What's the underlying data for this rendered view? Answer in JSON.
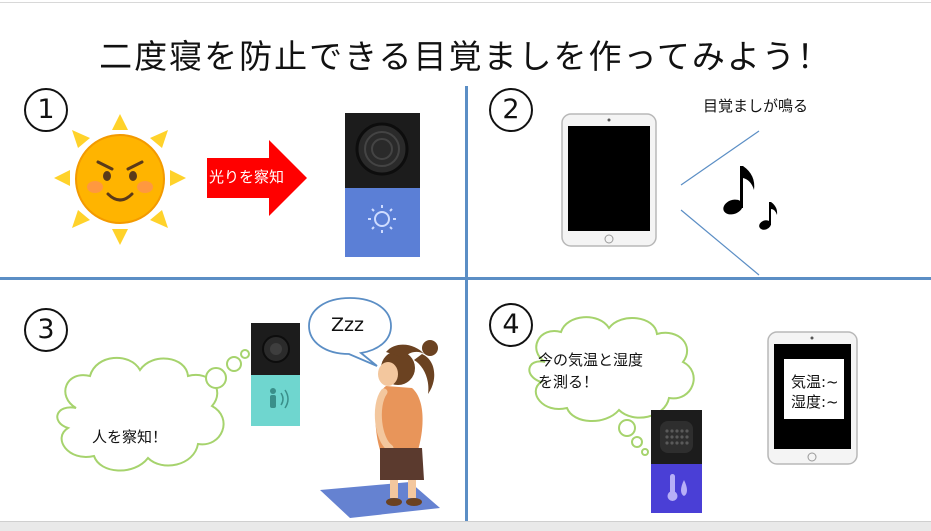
{
  "title": "二度寝を防止できる目覚ましを作ってみよう！",
  "panels": {
    "p1": {
      "number": "1",
      "arrow_label": "光りを察知"
    },
    "p2": {
      "number": "2",
      "caption": "目覚ましが鳴る"
    },
    "p3": {
      "number": "3",
      "cloud_text": "人を察知！",
      "bubble_text": "Zzz"
    },
    "p4": {
      "number": "4",
      "cloud_line1": "今の気温と湿度",
      "cloud_line2": "を測る！",
      "screen_line1": "気温:~",
      "screen_line2": "湿度:~"
    }
  },
  "colors": {
    "divider": "#5b8ec5",
    "arrow": "#ff0000",
    "light_block": "#5b7fd6",
    "human_block": "#6fd6cf",
    "temp_block": "#4a3fd6"
  }
}
